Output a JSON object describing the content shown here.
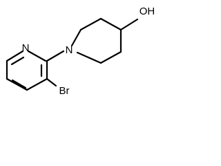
{
  "structure": {
    "atoms": {
      "nitrogen_pyridine": "N",
      "nitrogen_piperidine": "N",
      "hydroxyl": "OH",
      "bromine": "Br"
    }
  }
}
